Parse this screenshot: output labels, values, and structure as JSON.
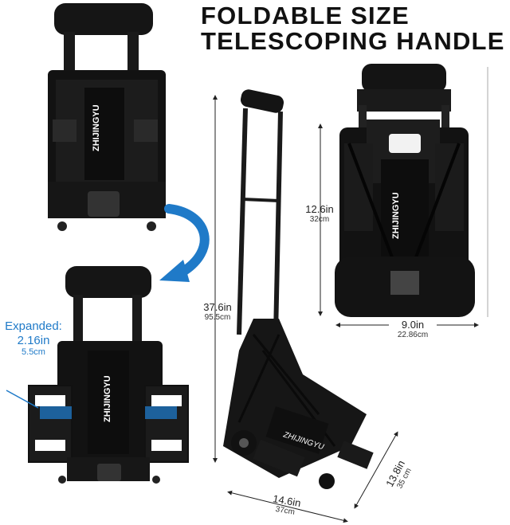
{
  "headline": {
    "line1": "FOLDABLE SIZE",
    "line2": "TELESCOPING HANDLE"
  },
  "brand": {
    "wordmark": "ZHIJINGYU",
    "wordmark_alt": "ZHIJINGYU"
  },
  "expanded": {
    "label": "Expanded:",
    "inch": "2.16in",
    "cm": "5.5cm"
  },
  "dimensions": {
    "height_total": {
      "inch": "37.6in",
      "cm": "95.5cm"
    },
    "folded_height": {
      "inch": "12.6in",
      "cm": "32cm"
    },
    "folded_width": {
      "inch": "9.0in",
      "cm": "22.86cm"
    },
    "base_width": {
      "inch": "14.6in",
      "cm": "37cm"
    },
    "base_depth": {
      "inch": "13.8in",
      "cm": "35 cm"
    }
  },
  "colors": {
    "accent_blue": "#1f7ac8",
    "product_black": "#141414",
    "dimension_line": "#222222"
  }
}
